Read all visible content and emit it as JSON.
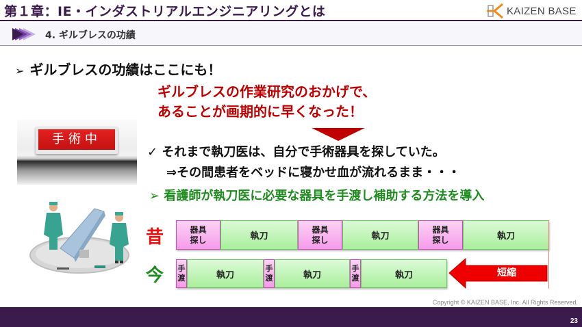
{
  "header": {
    "chapter_title": "第１章：IE・インダストリアルエンジニアリングとは",
    "logo_text": "KAIZEN BASE"
  },
  "section": {
    "title": "4. ギルブレスの功績"
  },
  "main": {
    "heading_bullet": "➢",
    "heading": "ギルブレスの功績はここにも！",
    "red_line1": "ギルブレスの作業研究のおかげで、",
    "red_line2": "あることが画期的に早くなった！",
    "check_line": "✓ それまで執刀医は、自分で手術器具を探していた。",
    "check_line2": "⇒その間患者をベッドに寝かせ血が流れるまま・・・",
    "green_line": "➢ 看護師が執刀医に必要な器具を手渡し補助する方法を導入",
    "sign_text": "手術中"
  },
  "timeline": {
    "past_label": "昔",
    "now_label": "今",
    "past": [
      {
        "label": "器具\n探し",
        "type": "pink"
      },
      {
        "label": "執刀",
        "type": "green"
      },
      {
        "label": "器具\n探し",
        "type": "pink"
      },
      {
        "label": "執刀",
        "type": "green"
      },
      {
        "label": "器具\n探し",
        "type": "pink"
      },
      {
        "label": "執刀",
        "type": "green"
      }
    ],
    "now": [
      {
        "label": "手\n渡",
        "type": "pink"
      },
      {
        "label": "執刀",
        "type": "green"
      },
      {
        "label": "手\n渡",
        "type": "pink"
      },
      {
        "label": "執刀",
        "type": "green"
      },
      {
        "label": "手\n渡",
        "type": "pink"
      },
      {
        "label": "執刀",
        "type": "green"
      }
    ],
    "shorten_label": "短縮"
  },
  "footer": {
    "copyright": "Copyright ©  KAIZEN BASE, Inc.  All Rights Reserved.",
    "page_number": "23"
  },
  "colors": {
    "brand_purple": "#3b1a4e",
    "accent_red": "#c00000",
    "accent_green": "#1e8c1e",
    "segment_pink": "#f69bea",
    "segment_green": "#a9ef9c"
  }
}
